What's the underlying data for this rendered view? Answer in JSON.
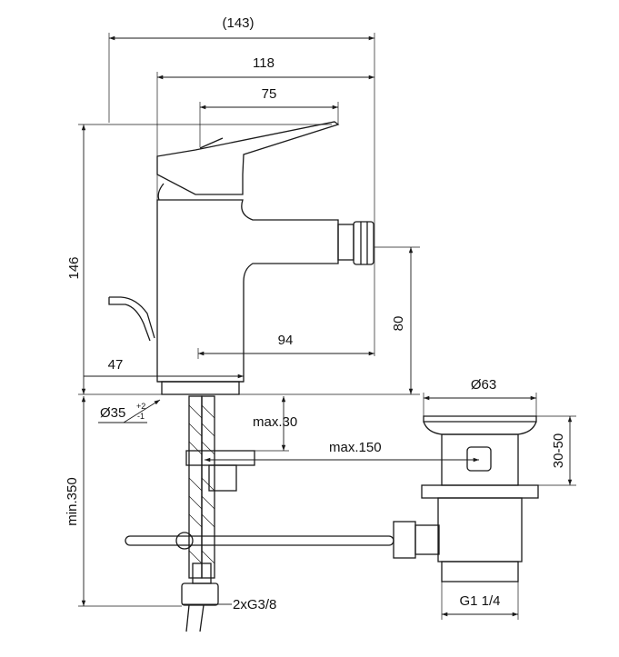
{
  "dimensions": {
    "overall_width": "(143)",
    "body_to_outlet": "118",
    "lever_length": "75",
    "height": "146",
    "outlet_height": "80",
    "spout_reach": "94",
    "base_offset": "47",
    "hole_diameter": "Ø35",
    "hole_tolerance_plus": "+2",
    "hole_tolerance_minus": "-1",
    "max_deck": "max.30",
    "max_rod": "max.150",
    "min_hose": "min.350",
    "connections": "2xG3/8",
    "waste_diameter": "Ø63",
    "waste_height": "30-50",
    "waste_thread": "G1 1/4"
  },
  "colors": {
    "line": "#1a1a1a",
    "background": "#ffffff"
  }
}
